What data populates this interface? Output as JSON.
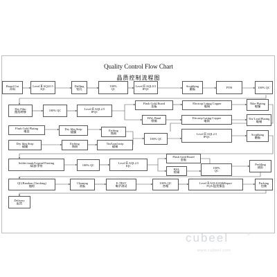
{
  "title": "Quality Control Flow Chart",
  "subtitle_cn": "品质控制流程图",
  "watermark": {
    "brand": "cubeel",
    "reg": "®",
    "url": "www.cubeel.com"
  },
  "boxes": {
    "board_cut": {
      "l1": "Board Cut",
      "l2": "开料"
    },
    "level2_r1": {
      "l1": "Level Ⅱ AQL0.5",
      "l2": "IQC"
    },
    "drilling": {
      "l1": "Drilling",
      "l2": "钻孔"
    },
    "qc100_r1": {
      "l1": "100%",
      "l2": "QC"
    },
    "level2_r1b": {
      "l1": "Level Ⅱ AQL0.5",
      "l2": "IPQC"
    },
    "scrubbing_r1": {
      "l1": "Scrubbing",
      "l2": "磨板"
    },
    "pth": {
      "l1": "PTH",
      "l2": ""
    },
    "qc100_r1c": {
      "l1": "100% QC",
      "l2": ""
    },
    "dry_film": {
      "l1": "Dry Film",
      "l2": "图形转移"
    },
    "qc100_df": {
      "l1": "100% QC",
      "l2": ""
    },
    "level2_ipqc": {
      "l1": "Level Ⅱ AQL2.5",
      "l2": "IPQC"
    },
    "flash_gold_board": {
      "l1": "Flash Gold Board",
      "l2": "金板"
    },
    "electro_cu_1": {
      "l1": "Electrop Lating Copper",
      "l2": "电铜"
    },
    "nike_plating": {
      "l1": "Nike Plating",
      "l2": "电镍"
    },
    "hal_board": {
      "l1": "HAL Band",
      "l2": "喷锡"
    },
    "electro_cu_2": {
      "l1": "Electrop Lating Copper",
      "l2": "电铜"
    },
    "tin_lead_plating": {
      "l1": "Tin/ Lead Plating",
      "l2": "电锡"
    },
    "flash_gold_plating": {
      "l1": "Flash Gold Plating",
      "l2": "电金"
    },
    "dry_film_strip_1": {
      "l1": "Dry film Strip",
      "l2": "褪膜"
    },
    "etching_1": {
      "l1": "Etching",
      "l2": "蚀刻"
    },
    "qc100_mid": {
      "l1": "100% QC",
      "l2": ""
    },
    "level2_ipqc_2": {
      "l1": "Level Ⅱ AQL2.5",
      "l2": "IPQC"
    },
    "scrubbing_2": {
      "l1": "Scrubbing",
      "l2": "磨板"
    },
    "dry_film_strip_2": {
      "l1": "Dry film Strip",
      "l2": "褪膜"
    },
    "etching_2": {
      "l1": "Etching",
      "l2": "蚀刻"
    },
    "tin_lead_strip": {
      "l1": "Tin/Lead strip",
      "l2": "褪锡"
    },
    "solder_mask": {
      "l1": "Solder mask/Legend Printing",
      "l2": "绿油/字符"
    },
    "qc100_sm": {
      "l1": "100% QC",
      "l2": ""
    },
    "level2_ipqc_3": {
      "l1": "Level Ⅱ AQL2.5",
      "l2": "IQC"
    },
    "flash_gold_board_2": {
      "l1": "Flash Gold Board",
      "l2": "金板"
    },
    "hal_2": {
      "l1": "HAL",
      "l2": "喷锡"
    },
    "qc100_hal": {
      "l1": "100%",
      "l2": "QC"
    },
    "profiling": {
      "l1": "Profiling",
      "l2": "成形"
    },
    "qc_random": {
      "l1": "QC(Random Checking)",
      "l2": "抽检"
    },
    "cleaning": {
      "l1": "Cleaning",
      "l2": "洗板"
    },
    "e_test": {
      "l1": "E-TEST",
      "l2": "电子测试"
    },
    "qc100_e": {
      "l1": "100% QC",
      "l2": "合格"
    },
    "level2_fqa": {
      "l1": "Level Ⅱ AQL0.65&Report",
      "l2": "FQA/出货报告"
    },
    "packing": {
      "l1": "Packing",
      "l2": "包装"
    },
    "delivery": {
      "l1": "Delivery",
      "l2": "出货"
    }
  }
}
